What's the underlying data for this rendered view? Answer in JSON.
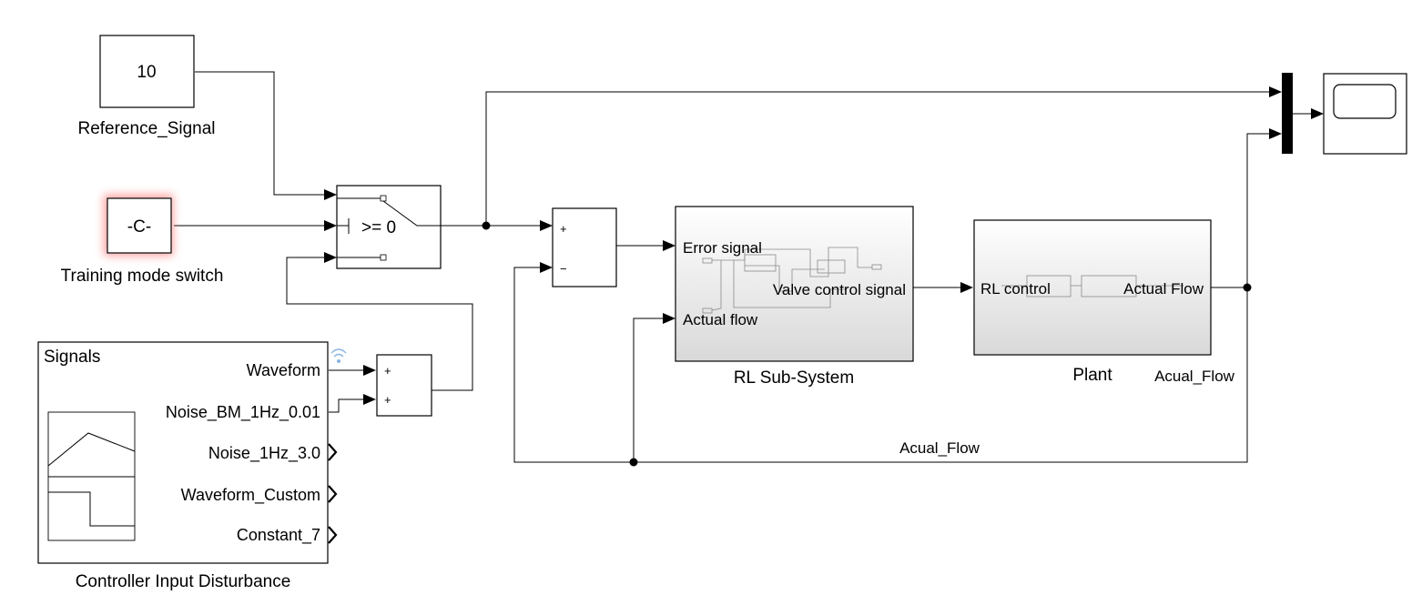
{
  "blocks": {
    "reference": {
      "value": "10",
      "name": "Reference_Signal"
    },
    "constant": {
      "value": "-C-",
      "name": "Training mode switch"
    },
    "switch": {
      "criteria": ">= 0"
    },
    "sum1": {
      "plus": "+",
      "minus": "−"
    },
    "sum2": {
      "plus1": "+",
      "plus2": "+"
    },
    "signals": {
      "title": "Signals",
      "name": "Controller Input Disturbance",
      "outputs": [
        "Waveform",
        "Noise_BM_1Hz_0.01",
        "Noise_1Hz_3.0",
        "Waveform_Custom",
        "Constant_7"
      ]
    },
    "rl_subsystem": {
      "name": "RL Sub-System",
      "in1": "Error signal",
      "in2": "Actual flow",
      "out": "Valve control signal"
    },
    "plant": {
      "name": "Plant",
      "in": "RL control",
      "out": "Actual Flow"
    }
  },
  "signal_labels": {
    "plant_out": "Acual_Flow",
    "feedback": "Acual_Flow"
  },
  "colors": {
    "constant_highlight": "#ff8080",
    "subsystem_gradient_top": "#ffffff",
    "subsystem_gradient_bottom": "#d9d9d9",
    "wireless_icon": "#8ab4e0"
  }
}
